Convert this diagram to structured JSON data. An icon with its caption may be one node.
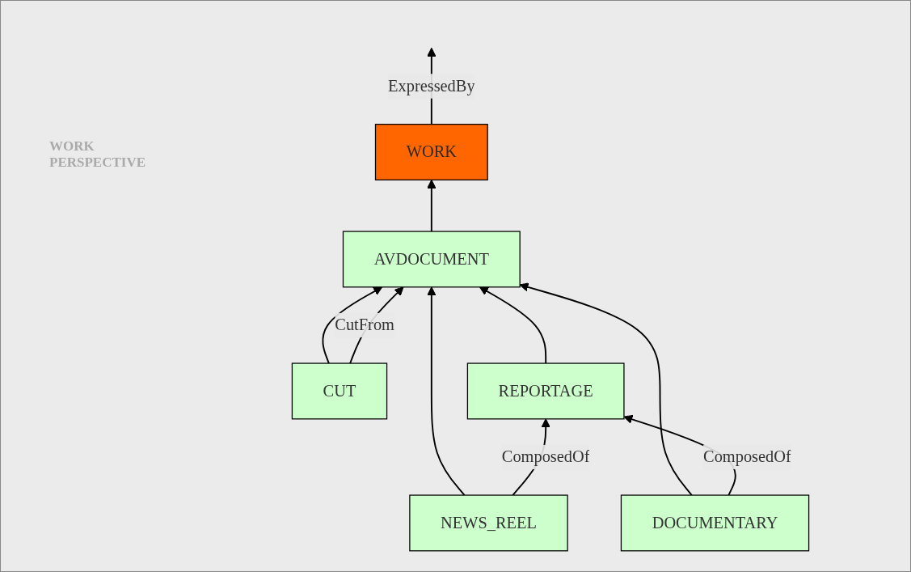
{
  "diagram": {
    "nodes": [
      {
        "text": [
          "WORK"
        ]
      },
      {
        "text": [
          "AVDOCUMENT"
        ]
      },
      {
        "text": [
          "NEWS_REEL"
        ]
      },
      {
        "text": [
          "DOCUMENTARY"
        ]
      },
      {
        "text": [
          "CUT"
        ]
      },
      {
        "text": [
          "REPORTAGE"
        ]
      }
    ],
    "edges": [
      {
        "from": 1,
        "to": 0,
        "arrow": "to"
      },
      {
        "from": 2,
        "to": 1,
        "arrow": "to"
      },
      {
        "from": 3,
        "to": 1,
        "arrow": "to"
      },
      {
        "from": 4,
        "to": 1,
        "arrow": "to"
      },
      {
        "from": 5,
        "to": 1,
        "arrow": "to"
      },
      {
        "from": 4,
        "to": 1,
        "label": "CutFrom",
        "arrow": "to"
      },
      {
        "from": 3,
        "to": 5,
        "label": "ComposedOf",
        "arrow": "to"
      },
      {
        "from": 2,
        "to": 5,
        "label": "ComposedOf",
        "arrow": "to"
      },
      {
        "from": 0,
        "to": null,
        "label": "ExpressedBy",
        "arrow": "to"
      }
    ],
    "labels": [
      "WORK PERSPECTIVE"
    ]
  }
}
